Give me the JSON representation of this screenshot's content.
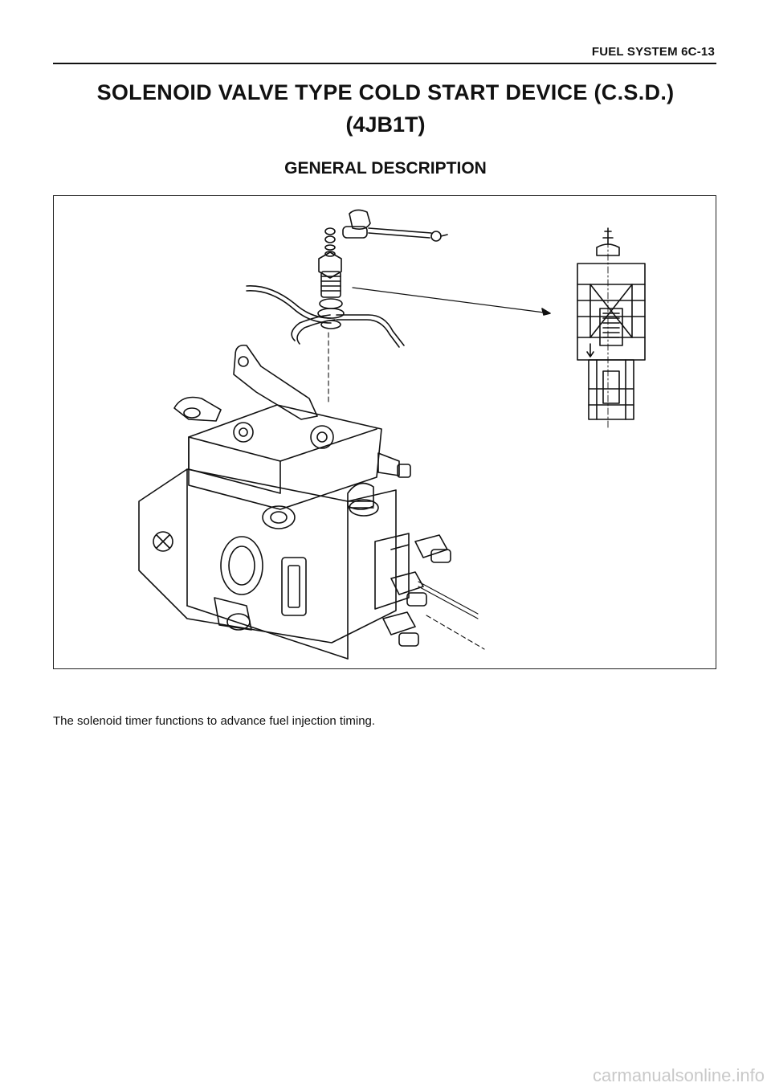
{
  "header": {
    "section": "FUEL SYSTEM 6C-13"
  },
  "title": {
    "line1": "SOLENOID VALVE TYPE COLD START DEVICE (C.S.D.)",
    "line2": "(4JB1T)"
  },
  "subtitle": "GENERAL DESCRIPTION",
  "figure": {
    "icons": [
      "injection-pump-illustration",
      "solenoid-valve-assembly",
      "solenoid-cross-section"
    ]
  },
  "body": {
    "paragraph": "The solenoid timer functions to advance fuel injection timing."
  },
  "footer": {
    "watermark": "carmanualsonline.info"
  }
}
